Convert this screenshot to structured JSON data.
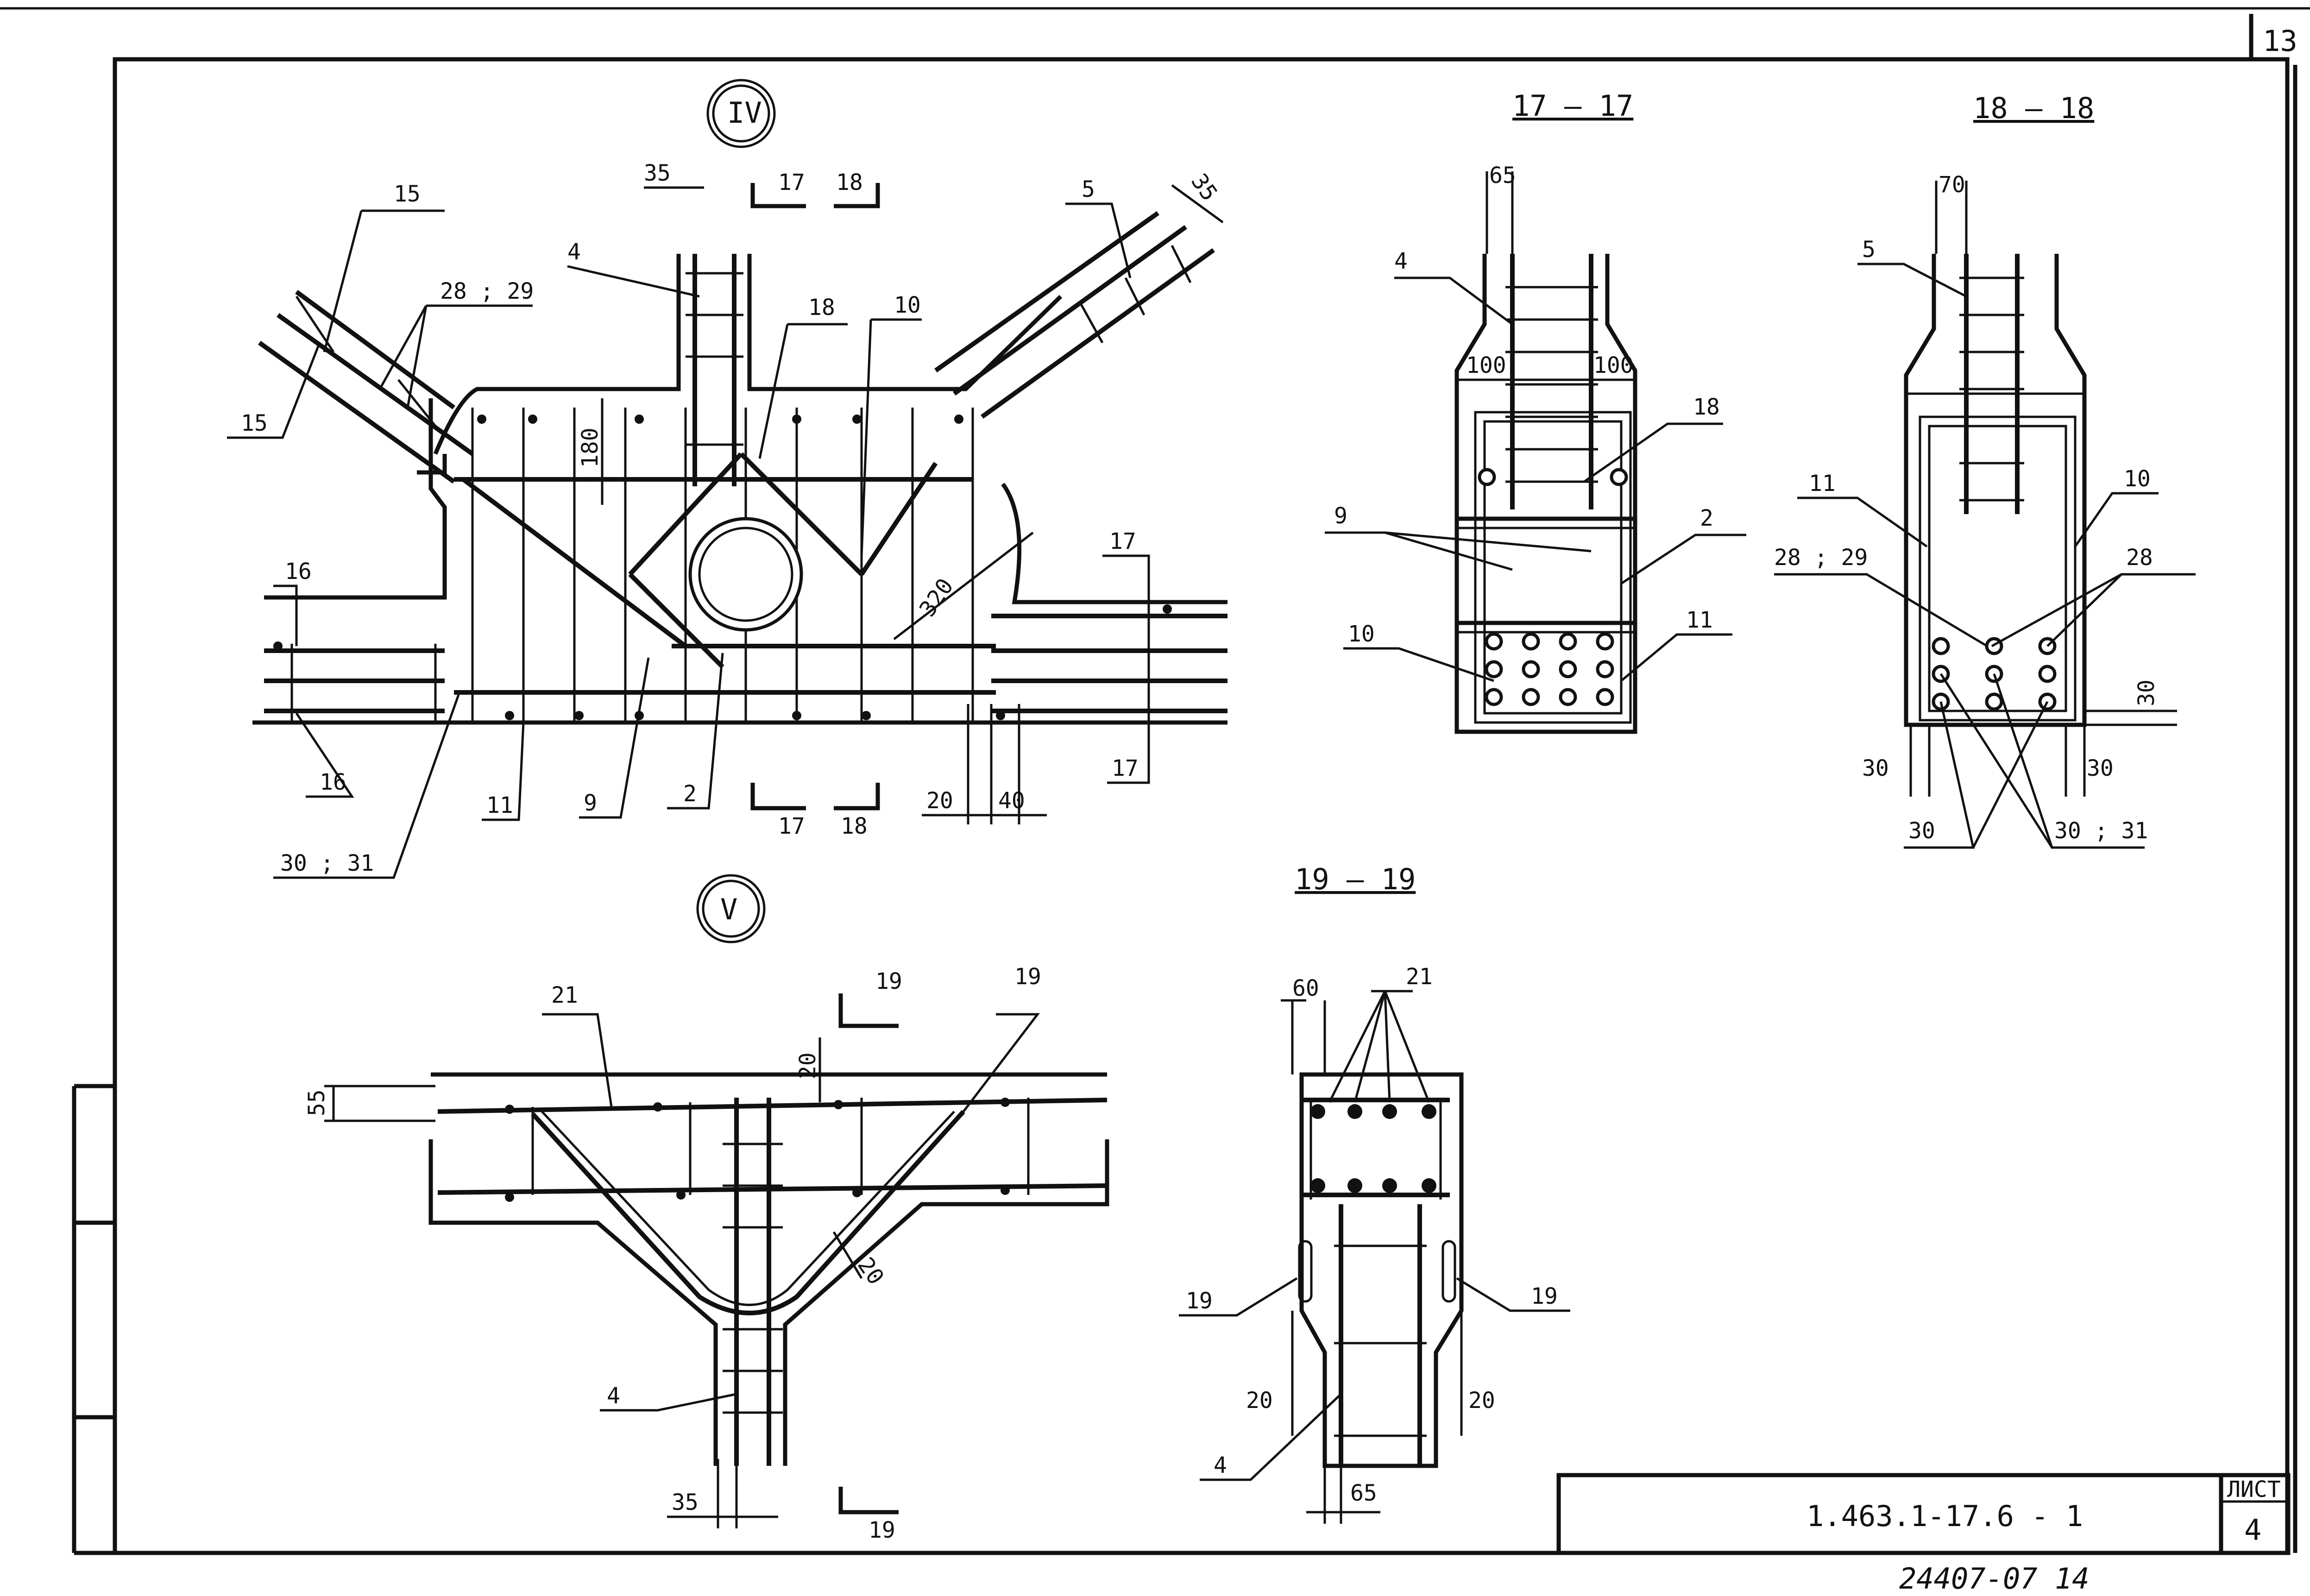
{
  "sheet": {
    "page_top_right": "13",
    "doc_code": "1.463.1-17.6 - 1",
    "sheet_word": "ЛИСТ",
    "sheet_number": "4",
    "inventory": "24407-07  14"
  },
  "view_iv": {
    "marker": "IV",
    "positions": [
      "15",
      "28 ; 29",
      "15",
      "4",
      "18",
      "10",
      "5",
      "16",
      "16",
      "17",
      "17",
      "30 ; 31",
      "11",
      "9",
      "2"
    ],
    "dims": [
      "35",
      "180",
      "35",
      "320",
      "20",
      "40"
    ],
    "cuts": [
      "17",
      "18",
      "17",
      "18"
    ]
  },
  "view_v": {
    "marker": "V",
    "positions": [
      "21",
      "19",
      "4"
    ],
    "dims": [
      "55",
      "20",
      "20",
      "35"
    ],
    "cuts": [
      "19",
      "19"
    ]
  },
  "section_17": {
    "title": "17 – 17",
    "positions": [
      "4",
      "18",
      "9",
      "2",
      "10",
      "11"
    ],
    "dims": [
      "65",
      "100",
      "100"
    ]
  },
  "section_18": {
    "title": "18 – 18",
    "positions": [
      "5",
      "11",
      "10",
      "28 ; 29",
      "28",
      "30",
      "30 ; 31"
    ],
    "dims": [
      "70",
      "30",
      "30",
      "30"
    ]
  },
  "section_19": {
    "title": "19 – 19",
    "positions": [
      "21",
      "19",
      "19",
      "4"
    ],
    "dims": [
      "60",
      "20",
      "20",
      "65"
    ]
  }
}
